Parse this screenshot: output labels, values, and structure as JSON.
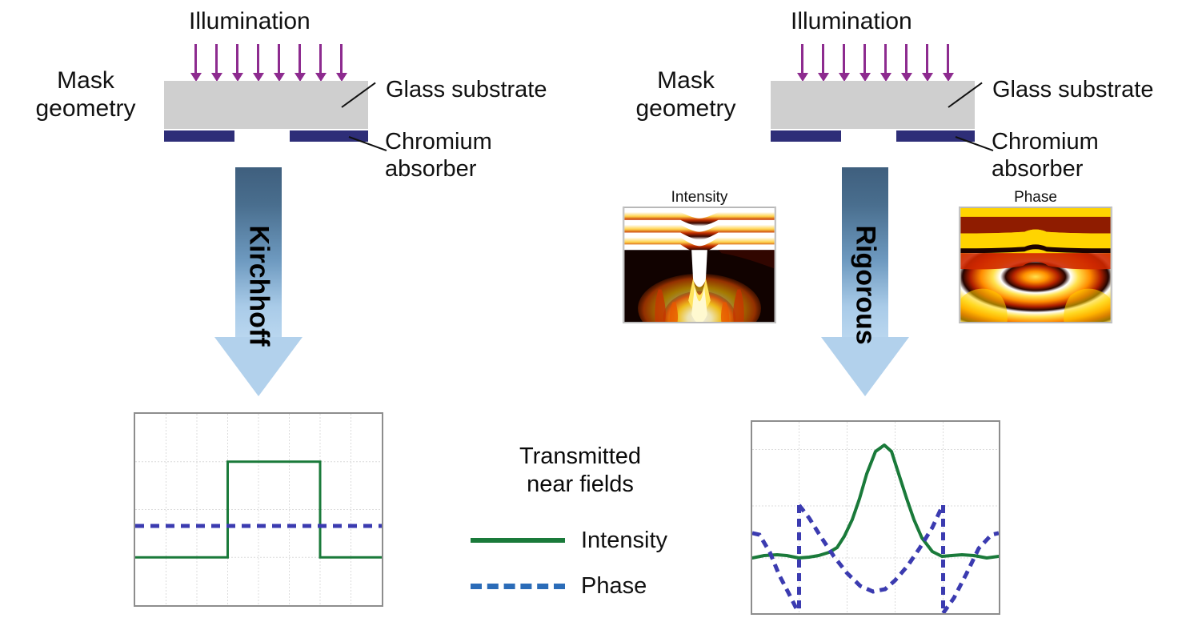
{
  "figure": {
    "kind": "two-panel mask-imaging comparison diagram",
    "accent_colors": {
      "substrate_gray": "#cfcfcf",
      "absorber_navy": "#2e2e78",
      "illumination_purple": "#8d2b8f",
      "arrow_dark": "#3f5f7e",
      "arrow_light": "#b9d6ef",
      "intensity_green": "#1a7a3a",
      "phase_blue": "#3b3bb0"
    }
  },
  "panels": [
    {
      "id": "kirchhoff",
      "row_label": "Mask\ngeometry",
      "illumination_label": "Illumination",
      "illumination_arrow_count": 8,
      "callouts": [
        {
          "text": "Glass substrate"
        },
        {
          "text": "Chromium\nabsorber"
        }
      ],
      "method_label": "Kirchhoff",
      "near_field_images": []
    },
    {
      "id": "rigorous",
      "row_label": "Mask\ngeometry",
      "illumination_label": "Illumination",
      "illumination_arrow_count": 8,
      "callouts": [
        {
          "text": "Glass substrate"
        },
        {
          "text": "Chromium\nabsorber"
        }
      ],
      "method_label": "Rigorous",
      "near_field_images": [
        {
          "caption": "Intensity",
          "colormap": "hot"
        },
        {
          "caption": "Phase",
          "colormap": "hot"
        }
      ]
    }
  ],
  "legend": {
    "title": "Transmitted\nnear fields",
    "entries": [
      {
        "label": "Intensity",
        "style": "solid",
        "color": "#1a7a3a"
      },
      {
        "label": "Phase",
        "style": "dashed",
        "color": "#2b6cb8"
      }
    ]
  },
  "chart_data": [
    {
      "type": "line",
      "id": "kirchhoff-near-field",
      "title": "",
      "xlabel": "",
      "ylabel": "",
      "xlim": [
        0,
        1
      ],
      "ylim": [
        0,
        1
      ],
      "grid": true,
      "grid_x": [
        0.125,
        0.25,
        0.375,
        0.5,
        0.625,
        0.75,
        0.875
      ],
      "grid_y": [
        0.25,
        0.5,
        0.75
      ],
      "legend": "external",
      "series": [
        {
          "name": "Intensity",
          "style": "solid",
          "color": "#1a7a3a",
          "x": [
            0.0,
            0.125,
            0.25,
            0.375,
            0.375,
            0.5,
            0.625,
            0.75,
            0.75,
            0.875,
            1.0
          ],
          "y": [
            0.25,
            0.25,
            0.25,
            0.25,
            0.75,
            0.75,
            0.75,
            0.75,
            0.25,
            0.25,
            0.25
          ]
        },
        {
          "name": "Phase",
          "style": "dashed",
          "color": "#3b3bb0",
          "x": [
            0.0,
            0.25,
            0.5,
            0.75,
            1.0
          ],
          "y": [
            0.42,
            0.42,
            0.42,
            0.42,
            0.42
          ]
        }
      ]
    },
    {
      "type": "line",
      "id": "rigorous-near-field",
      "title": "",
      "xlabel": "",
      "ylabel": "",
      "xlim": [
        0,
        1
      ],
      "ylim": [
        0,
        1
      ],
      "grid": true,
      "grid_x": [
        0.19,
        0.385,
        0.58,
        0.775
      ],
      "grid_y": [
        0.29,
        0.56,
        0.855
      ],
      "legend": "external",
      "series": [
        {
          "name": "Intensity",
          "style": "solid",
          "color": "#1a7a3a",
          "x": [
            0.0,
            0.05,
            0.1,
            0.14,
            0.19,
            0.23,
            0.27,
            0.31,
            0.345,
            0.375,
            0.405,
            0.435,
            0.465,
            0.5,
            0.535,
            0.565,
            0.595,
            0.625,
            0.655,
            0.69,
            0.73,
            0.77,
            0.81,
            0.85,
            0.9,
            0.95,
            1.0
          ],
          "y": [
            0.29,
            0.3,
            0.305,
            0.3,
            0.29,
            0.292,
            0.3,
            0.315,
            0.345,
            0.4,
            0.49,
            0.6,
            0.73,
            0.845,
            0.88,
            0.845,
            0.73,
            0.6,
            0.49,
            0.395,
            0.325,
            0.295,
            0.3,
            0.305,
            0.3,
            0.29,
            0.295
          ]
        },
        {
          "name": "Phase",
          "style": "dashed",
          "color": "#3b3bb0",
          "x": [
            0.0,
            0.03,
            0.07,
            0.11,
            0.15,
            0.19,
            0.19,
            0.23,
            0.28,
            0.33,
            0.385,
            0.44,
            0.49,
            0.54,
            0.58,
            0.63,
            0.68,
            0.73,
            0.775,
            0.775,
            0.82,
            0.87,
            0.92,
            0.97,
            1.0
          ],
          "y": [
            0.42,
            0.41,
            0.32,
            0.2,
            0.1,
            0.0,
            0.565,
            0.5,
            0.4,
            0.3,
            0.21,
            0.145,
            0.115,
            0.13,
            0.175,
            0.25,
            0.34,
            0.45,
            0.565,
            0.0,
            0.08,
            0.21,
            0.34,
            0.41,
            0.42
          ]
        }
      ]
    }
  ]
}
